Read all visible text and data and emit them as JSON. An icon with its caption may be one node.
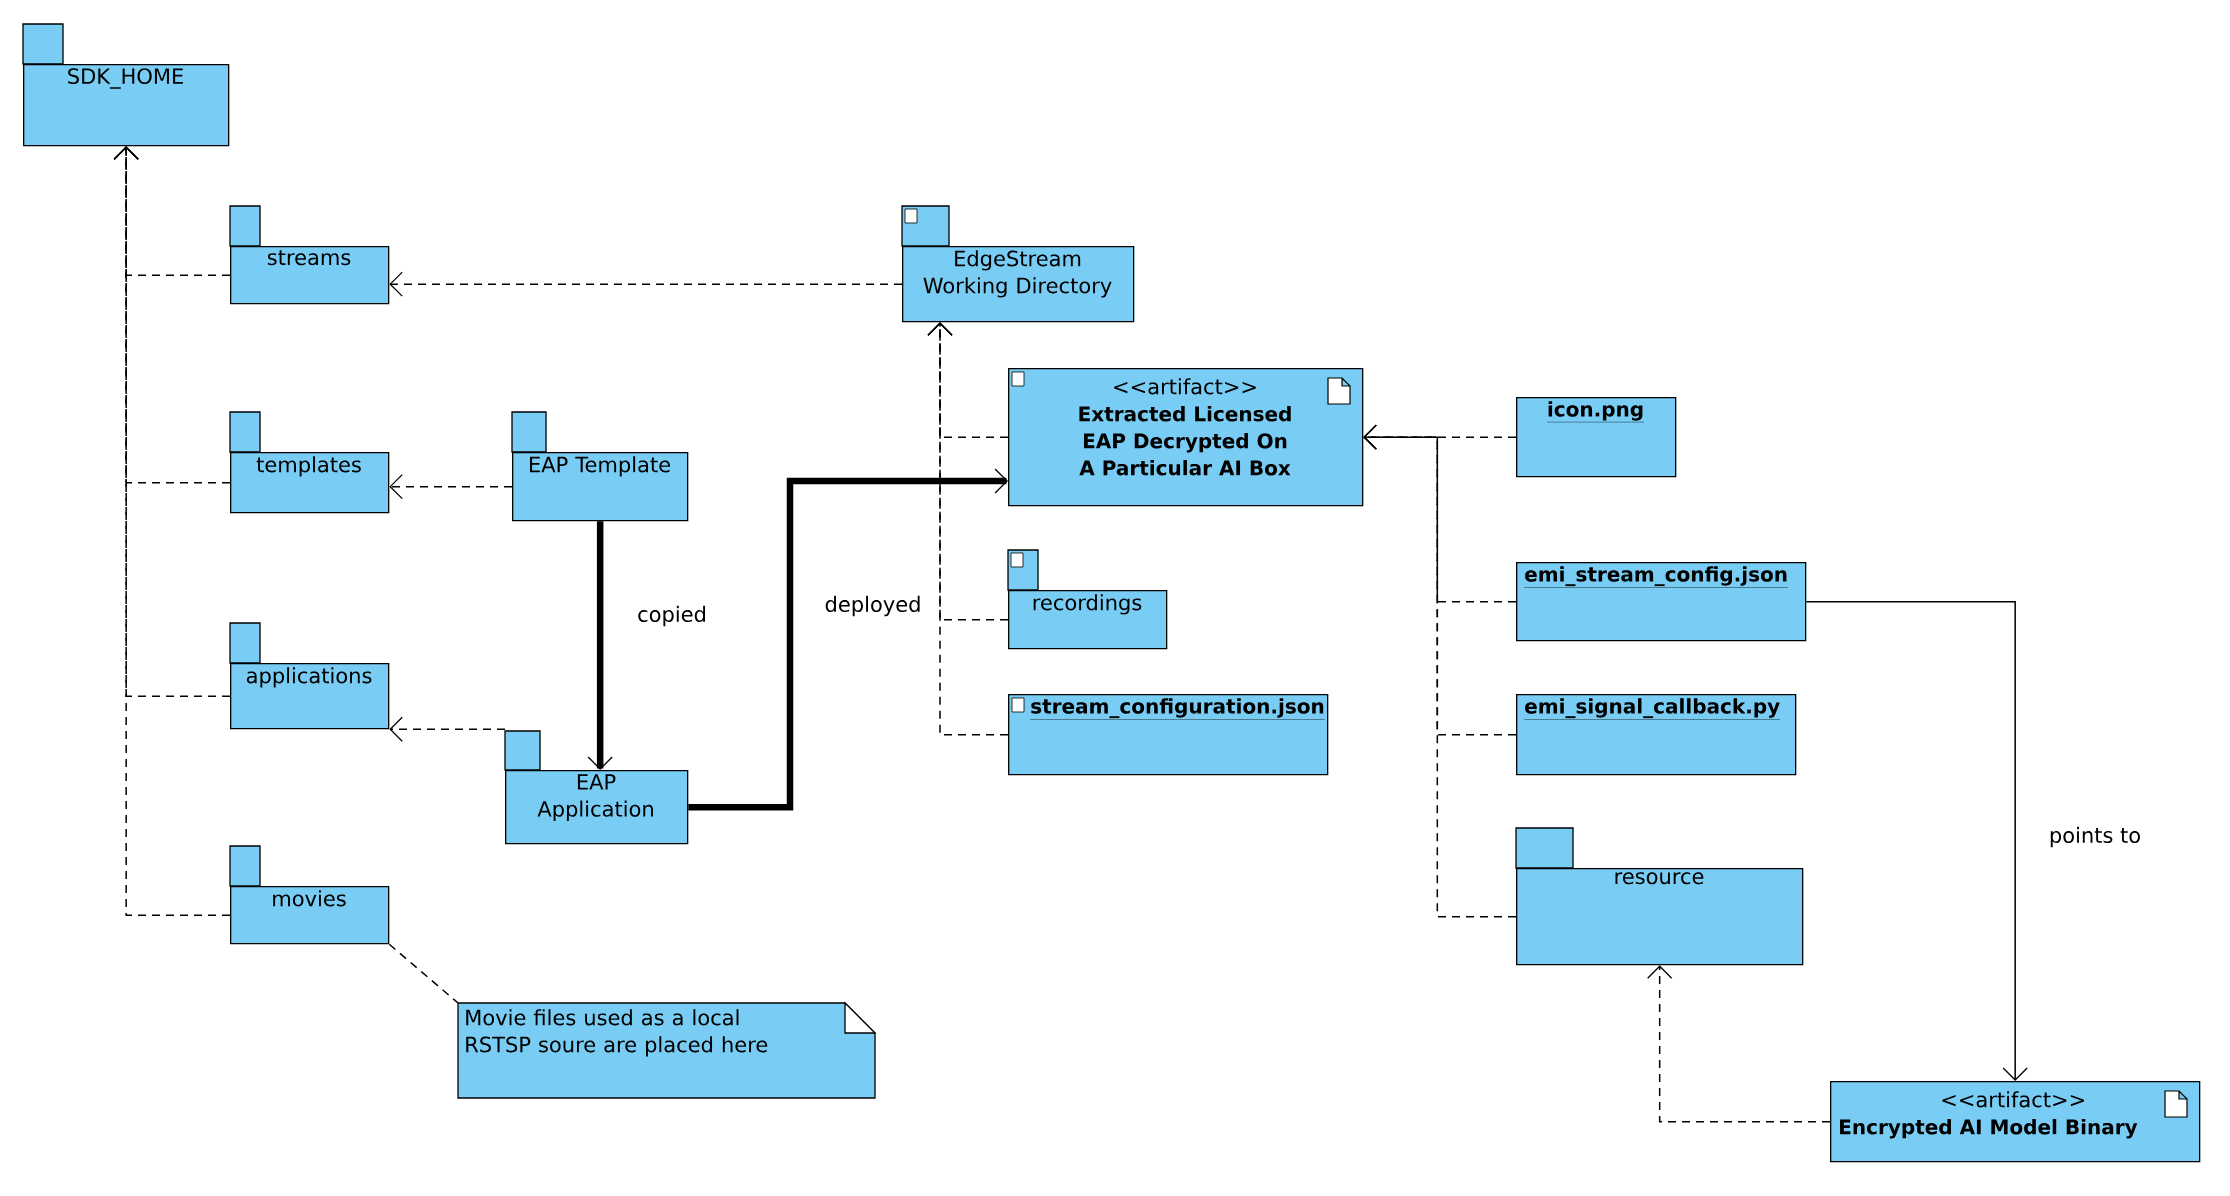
{
  "diagram": {
    "nodes": [
      {
        "text": [
          "SDK_HOME"
        ]
      },
      {
        "text": [
          "streams"
        ]
      },
      {
        "text": [
          "EdgeStream Working Directory"
        ]
      },
      {
        "text": [
          "templates"
        ]
      },
      {
        "text": [
          "EAP Template"
        ]
      },
      {
        "text": [
          "<<artifact>>",
          "Extracted Licensed EAP Decrypted On A Particular AI Box"
        ]
      },
      {
        "text": [
          "icon.png"
        ]
      },
      {
        "text": [
          "applications"
        ]
      },
      {
        "text": [
          "recordings"
        ]
      },
      {
        "text": [
          "EAP Application"
        ]
      },
      {
        "text": [
          "emi_stream_config.json"
        ]
      },
      {
        "text": [
          "stream_configuration.json"
        ]
      },
      {
        "text": [
          "emi_signal_callback.py"
        ]
      },
      {
        "text": [
          "movies"
        ]
      },
      {
        "text": [
          "resource"
        ]
      },
      {
        "text": [
          "Movie files used as a local RSTSP soure are placed here"
        ]
      },
      {
        "text": [
          "<<artifact>>",
          "Encrypted AI Model Binary"
        ]
      }
    ],
    "edges": [
      {
        "from": 1,
        "to": 0,
        "arrow": "to",
        "style": "dashed"
      },
      {
        "from": 3,
        "to": 0,
        "arrow": "to",
        "style": "dashed"
      },
      {
        "from": 7,
        "to": 0,
        "arrow": "to",
        "style": "dashed"
      },
      {
        "from": 13,
        "to": 0,
        "arrow": "to",
        "style": "dashed"
      },
      {
        "from": 2,
        "to": 1,
        "arrow": "to",
        "style": "dashed"
      },
      {
        "from": 4,
        "to": 3,
        "arrow": "to",
        "style": "dashed"
      },
      {
        "from": 4,
        "to": 9,
        "arrow": "to",
        "style": "thick",
        "label": "copied"
      },
      {
        "from": 9,
        "to": 7,
        "arrow": "to",
        "style": "dashed"
      },
      {
        "from": 9,
        "to": 5,
        "arrow": "to",
        "style": "thick",
        "label": "deployed"
      },
      {
        "from": 5,
        "to": 2,
        "arrow": "to",
        "style": "dashed"
      },
      {
        "from": 8,
        "to": 2,
        "arrow": "to",
        "style": "dashed"
      },
      {
        "from": 11,
        "to": 2,
        "arrow": "to",
        "style": "dashed"
      },
      {
        "from": 6,
        "to": 5,
        "arrow": "to",
        "style": "dashed"
      },
      {
        "from": 10,
        "to": 5,
        "arrow": "to",
        "style": "dashed"
      },
      {
        "from": 12,
        "to": 5,
        "arrow": "to",
        "style": "dashed"
      },
      {
        "from": 14,
        "to": 5,
        "arrow": "to",
        "style": "dashed"
      },
      {
        "from": 10,
        "to": 16,
        "arrow": "to",
        "label": "points to"
      },
      {
        "from": 16,
        "to": 14,
        "arrow": "to",
        "style": "dashed"
      },
      {
        "from": 13,
        "to": 15,
        "arrow": "none",
        "style": "dashed"
      }
    ]
  }
}
